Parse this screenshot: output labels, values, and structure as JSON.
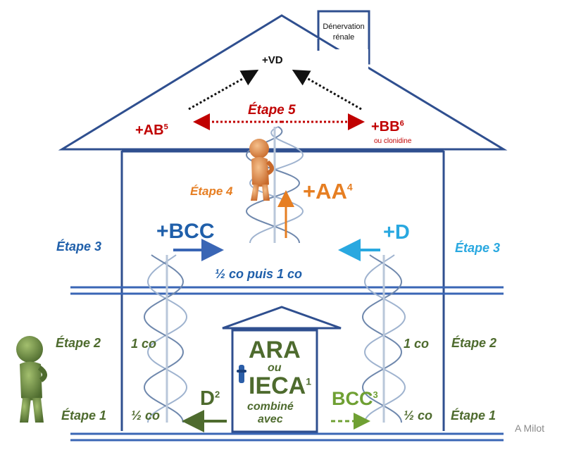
{
  "colors": {
    "house": "#2f4f8f",
    "navy": "#1f5faa",
    "green": "#4e6b2e",
    "light_blue": "#29a8e0",
    "orange": "#e67e22",
    "red": "#c00000",
    "gray": "#8a8a8a"
  },
  "roof": {
    "chimney_text_1": "Dénervation",
    "chimney_text_2": "rénale",
    "vd": "+VD",
    "etape5": "Étape 5",
    "ab": "+AB",
    "ab_sup": "5",
    "bb": "+BB",
    "bb_sup": "6",
    "bb_note": "ou clonidine"
  },
  "upper_floor": {
    "etape4": "Étape 4",
    "aa": "+AA",
    "aa_sup": "4",
    "bcc": "+BCC",
    "d": "+D",
    "etape3_left": "Étape 3",
    "etape3_right": "Étape 3",
    "dose": "½ co puis 1 co"
  },
  "ground_floor": {
    "etape2_left": "Étape 2",
    "etape2_right": "Étape 2",
    "dose_1co_left": "1 co",
    "dose_1co_right": "1 co",
    "etape1_left": "Étape 1",
    "etape1_right": "Étape 1",
    "dose_half_left": "½ co",
    "dose_half_right": "½ co",
    "d2": "D",
    "d2_sup": "2",
    "bcc3": "BCC",
    "bcc3_sup": "3"
  },
  "door": {
    "ara": "ARA",
    "ou": "ou",
    "ieca": "IECA",
    "ieca_sup": "1",
    "combine": "combiné",
    "avec": "avec"
  },
  "credit": "A Milot"
}
